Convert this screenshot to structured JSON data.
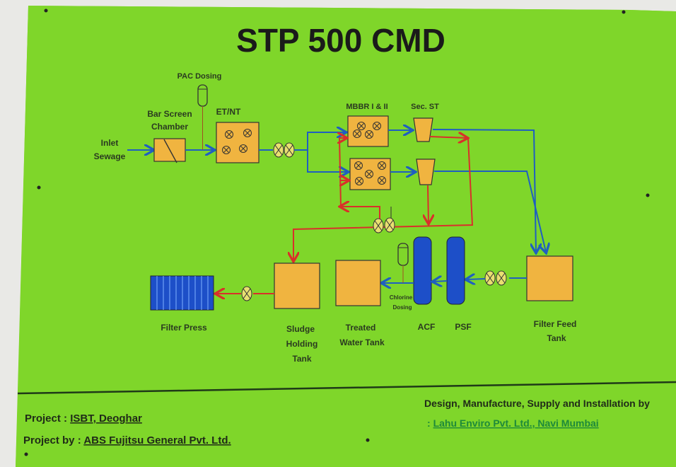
{
  "title": "STP 500 CMD",
  "stages": {
    "inlet": [
      "Inlet",
      "Sewage"
    ],
    "bar_screen": [
      "Bar Screen",
      "Chamber"
    ],
    "pac_dosing": "PAC Dosing",
    "et_nt": "ET/NT",
    "mbbr": "MBBR I & II",
    "sec_st": "Sec. ST",
    "filter_feed_tank": [
      "Filter Feed",
      "Tank"
    ],
    "psf": "PSF",
    "acf": "ACF",
    "chlorine_dosing": [
      "Chlorine",
      "Dosing"
    ],
    "treated_water_tank": [
      "Treated",
      "Water Tank"
    ],
    "sludge_holding_tank": [
      "Sludge",
      "Holding",
      "Tank"
    ],
    "filter_press": "Filter Press"
  },
  "footer": {
    "project_label": "Project : ",
    "project_value": "ISBT,  Deoghar",
    "project_by_label": "Project by : ",
    "project_by_value": "ABS Fujitsu General  Pvt. Ltd.",
    "design_by_label": "Design, Manufacture, Supply and Installation by",
    "design_by_prefix": ": ",
    "design_by_value": "Lahu  Enviro  Pvt. Ltd., Navi  Mumbai"
  },
  "colors": {
    "board": "#7fd62a",
    "tank": "#f0b440",
    "water_line": "#1f5fc0",
    "sludge_line": "#d9302a",
    "filter": "#1d4fc8"
  }
}
